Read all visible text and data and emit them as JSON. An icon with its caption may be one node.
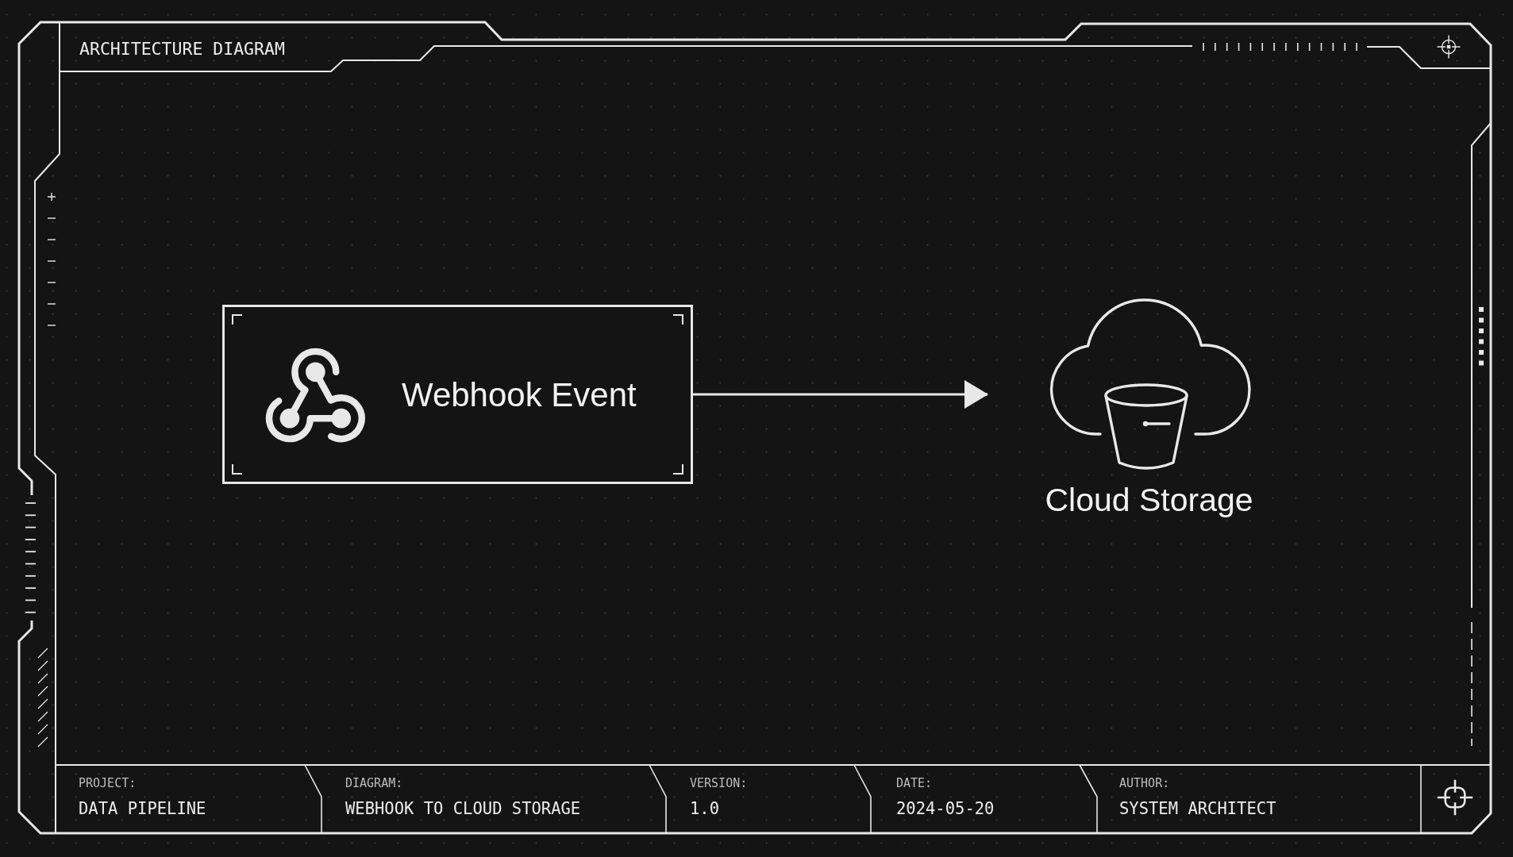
{
  "diagram": {
    "title": "ARCHITECTURE DIAGRAM",
    "nodes": [
      {
        "text": [
          "Webhook Event"
        ]
      },
      {
        "text": [
          "Cloud Storage"
        ]
      }
    ],
    "edges": [
      {
        "from": 0,
        "to": 1,
        "arrow": "to"
      }
    ],
    "labels": [
      "PROJECT:",
      "DATA PIPELINE",
      "DIAGRAM:",
      "WEBHOOK TO CLOUD STORAGE",
      "VERSION:",
      "1.0",
      "DATE:",
      "2024-05-20",
      "AUTHOR:",
      "SYSTEM ARCHITECT"
    ]
  }
}
